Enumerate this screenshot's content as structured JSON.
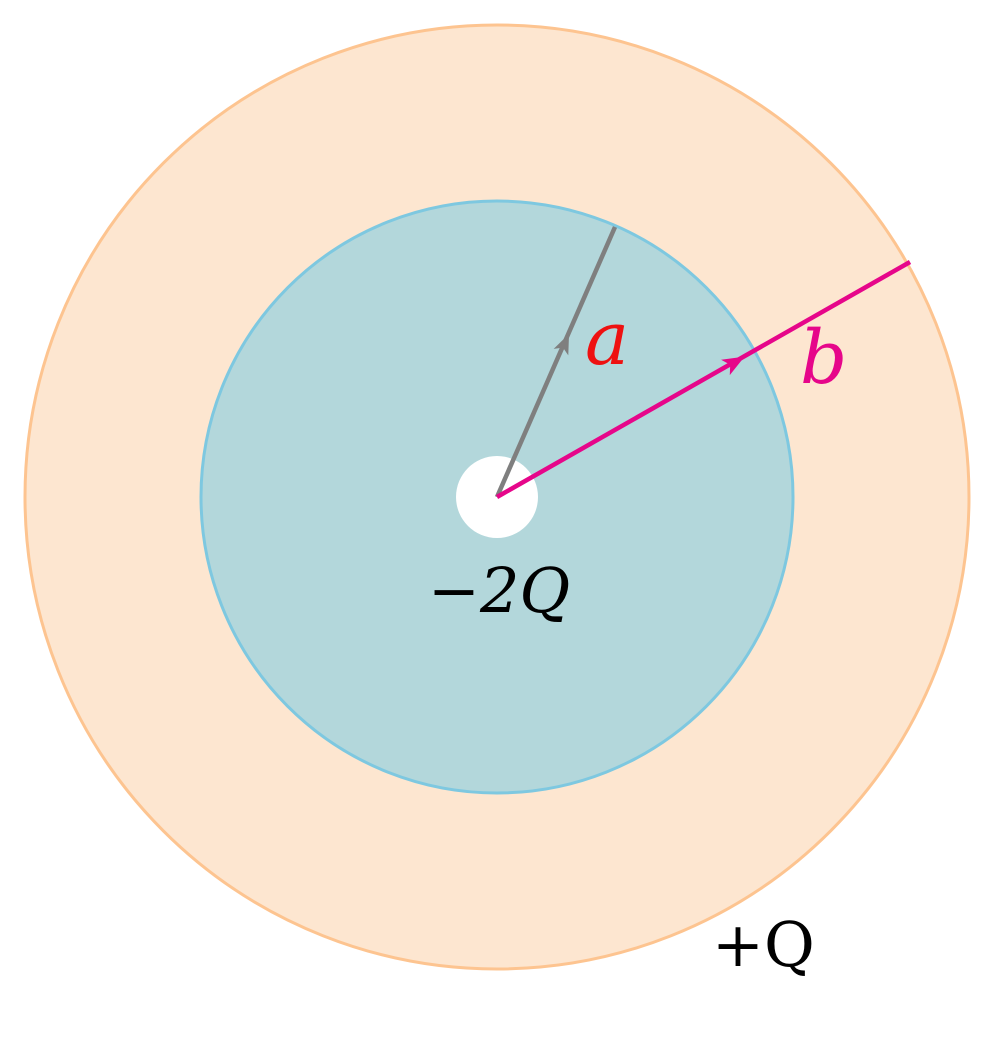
{
  "labels": {
    "inner_radius": "a",
    "outer_radius": "b",
    "inner_charge": "−2Q",
    "outer_charge": "+Q"
  },
  "colors": {
    "outer_shell_fill": "#fde6d0",
    "outer_shell_stroke": "#fdc490",
    "inner_sphere_fill": "#b3d7db",
    "inner_sphere_stroke": "#7ec8e0",
    "cavity_fill": "#ffffff",
    "radius_a_color": "#7f7f7f",
    "radius_b_color": "#e6068a",
    "label_a_color": "#ee1111",
    "label_b_color": "#e6068a",
    "charge_label_color": "#000000"
  }
}
